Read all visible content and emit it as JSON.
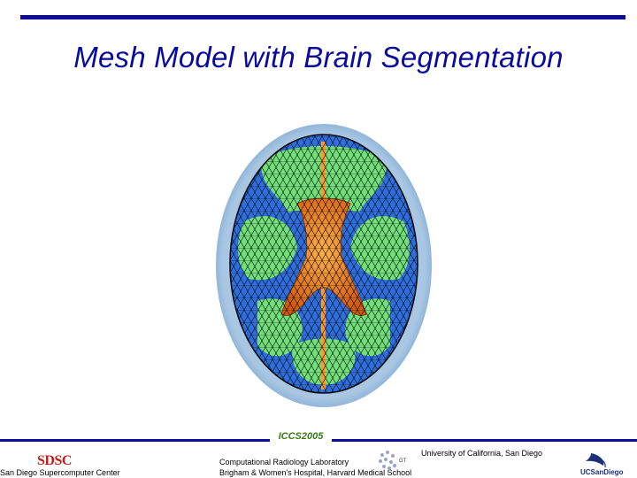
{
  "slide": {
    "title": "Mesh Model with Brain Segmentation"
  },
  "footer": {
    "conference": "ICCS2005",
    "left_logo_text": "SDSC",
    "left_org": "San Diego Supercomputer Center",
    "center_line1": "Computational Radiology Laboratory",
    "center_line2": "Brigham & Women's Hospital, Harvard Medical School",
    "right_org": "University of California, San Diego",
    "right_logo_text": "UCSanDiego"
  },
  "colors": {
    "accent_blue": "#0c0c9a",
    "skull_blue": "#8fb4d8",
    "tissue_blue": "#2c6fe0",
    "tissue_green": "#6fe27a",
    "ventricle_orange": "#f07a1a"
  },
  "icons": [
    "sdsc-logo",
    "spl-logo",
    "ucsd-logo"
  ]
}
